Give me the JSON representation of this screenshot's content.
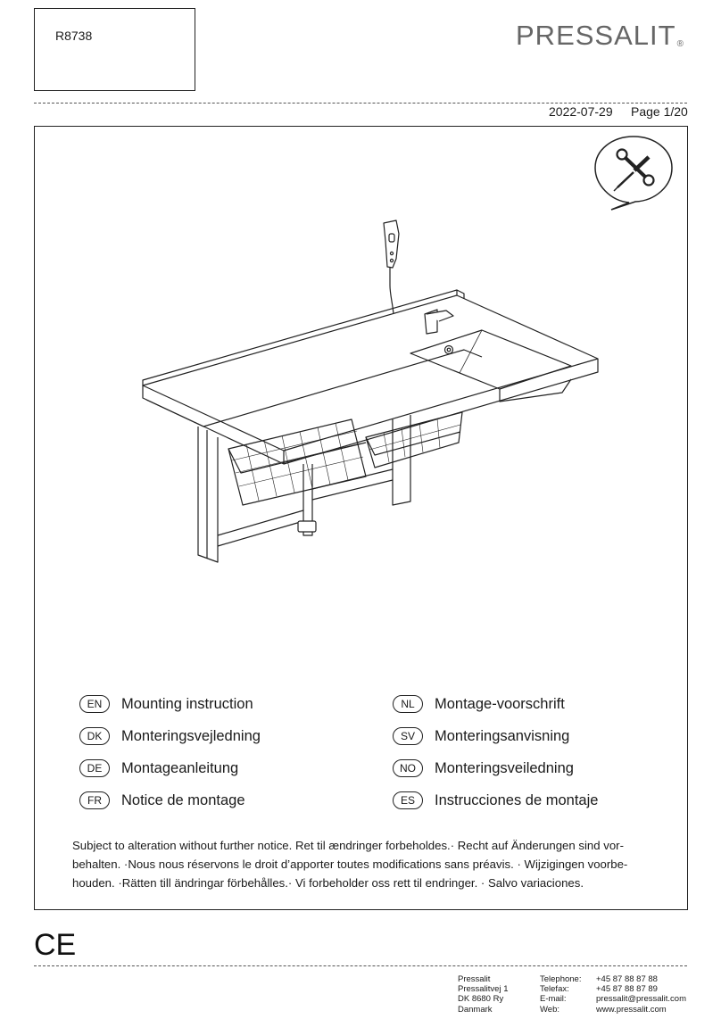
{
  "header": {
    "product_code": "R8738",
    "brand": "PRESSALIT",
    "brand_mark": "®",
    "date": "2022-07-29",
    "page": "Page 1/20"
  },
  "languages": [
    {
      "code": "EN",
      "label": "Mounting instruction"
    },
    {
      "code": "DK",
      "label": "Monteringsvejledning"
    },
    {
      "code": "DE",
      "label": "Montageanleitung"
    },
    {
      "code": "FR",
      "label": "Notice de montage"
    },
    {
      "code": "NL",
      "label": "Montage-voorschrift"
    },
    {
      "code": "SV",
      "label": "Monteringsanvisning"
    },
    {
      "code": "NO",
      "label": "Monteringsveiledning"
    },
    {
      "code": "ES",
      "label": "Instrucciones de montaje"
    }
  ],
  "notice": {
    "line1": "Subject to alteration without further notice. Ret til ændringer forbeholdes.· Recht auf Änderungen sind vor-",
    "line2": "behalten. ·Nous nous réservons le droit d’apporter toutes modifications sans préavis. · Wijzigingen voorbe-",
    "line3": "houden. ·Rätten till ändringar förbehålles.· Vi forbeholder oss rett til endringer. · Salvo variaciones."
  },
  "ce_mark": "CE",
  "footer": {
    "address": [
      "Pressalit",
      "Pressalitvej 1",
      "DK 8680 Ry",
      "Danmark"
    ],
    "contact_labels": [
      "Telephone:",
      "Telefax:",
      "E-mail:",
      "Web:"
    ],
    "contact_values": [
      "+45 87 88 87 88",
      "+45 87 88 87 89",
      "pressalit@pressalit.com",
      "www.pressalit.com"
    ]
  },
  "icons": {
    "tools": "wrench-screwdriver-icon",
    "illustration": "worktop-with-sink-illustration"
  }
}
